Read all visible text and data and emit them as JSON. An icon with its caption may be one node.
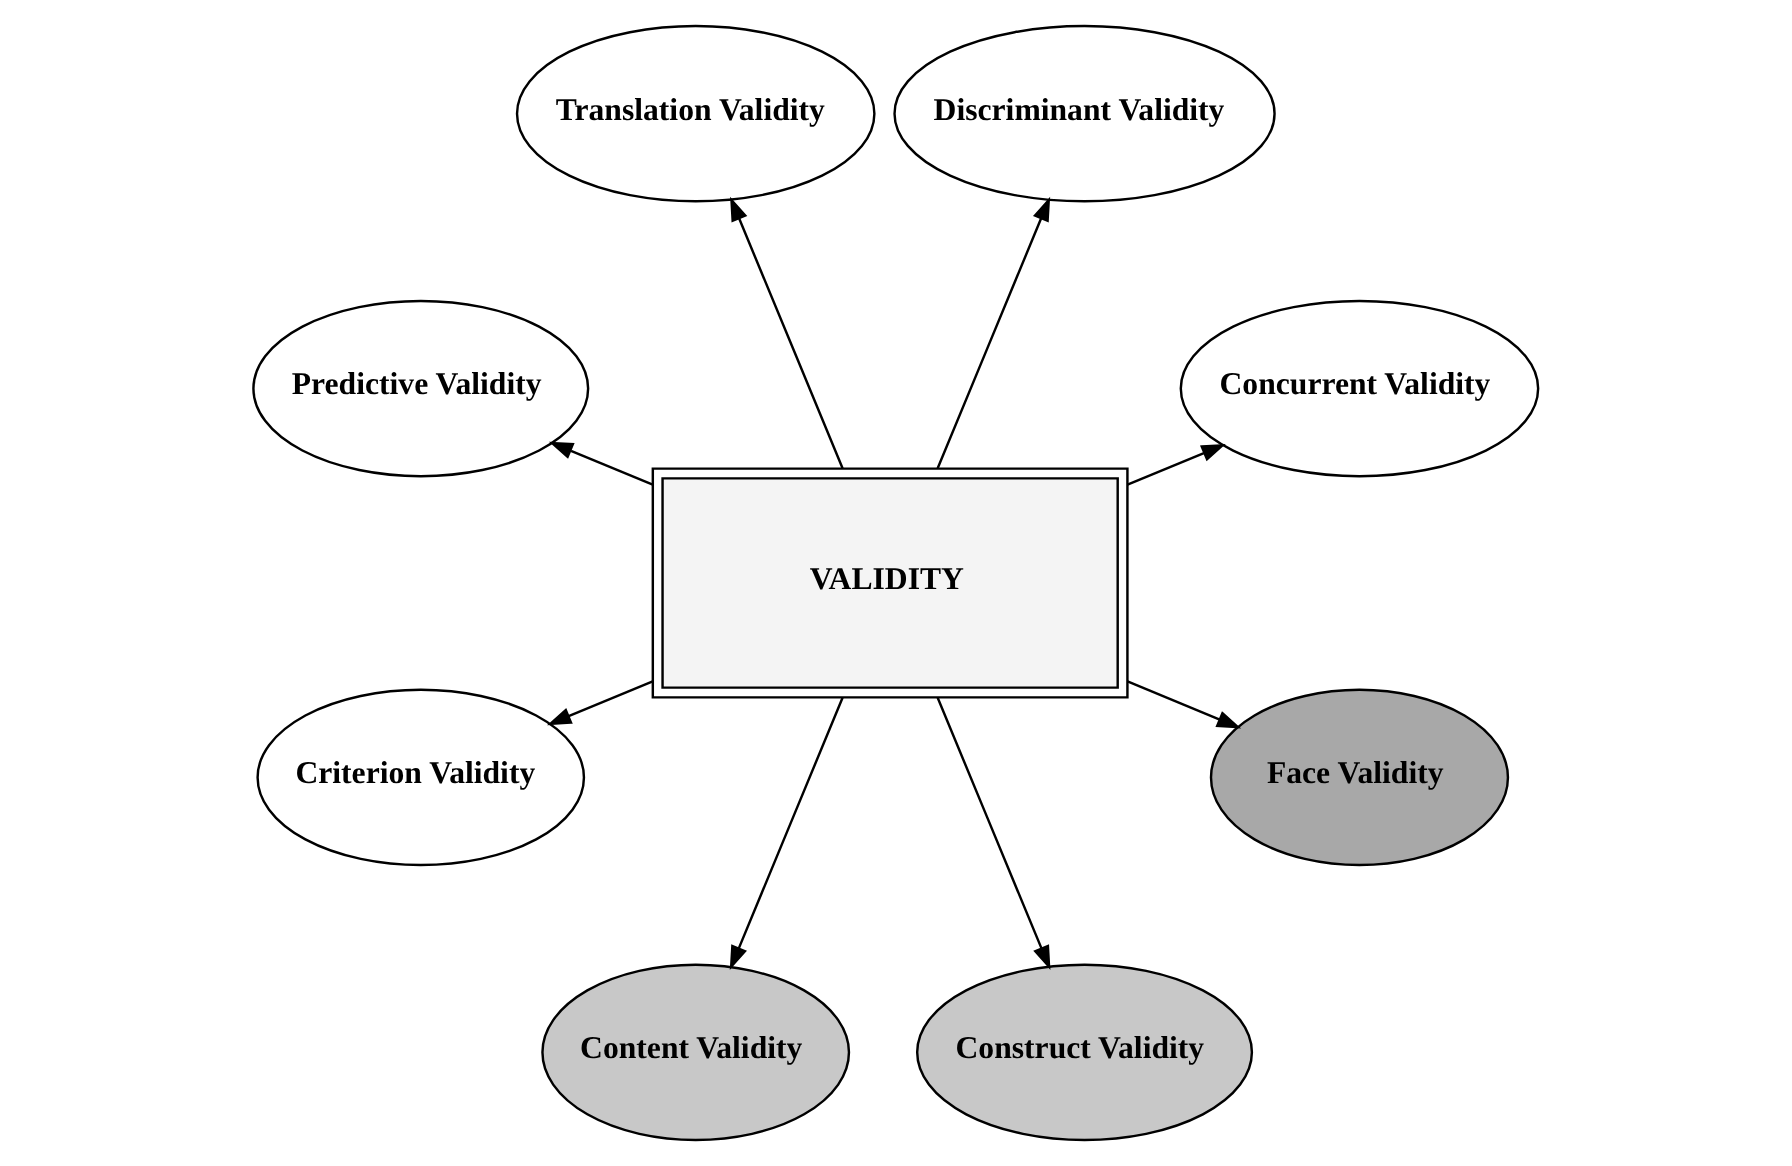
{
  "diagram": {
    "nodes": [
      {
        "text": [
          "VALIDITY"
        ]
      },
      {
        "text": [
          "Concurrent Validity"
        ]
      },
      {
        "text": [
          "Discriminant Validity"
        ]
      },
      {
        "text": [
          "Translation Validity"
        ]
      },
      {
        "text": [
          "Predictive Validity"
        ]
      },
      {
        "text": [
          "Criterion Validity"
        ]
      },
      {
        "text": [
          "Content Validity"
        ]
      },
      {
        "text": [
          "Construct Validity"
        ]
      },
      {
        "text": [
          "Face Validity"
        ]
      }
    ],
    "edges": [
      {
        "from": 0,
        "to": 1,
        "arrow": "to"
      },
      {
        "from": 0,
        "to": 2,
        "arrow": "to"
      },
      {
        "from": 0,
        "to": 3,
        "arrow": "to"
      },
      {
        "from": 0,
        "to": 4,
        "arrow": "to"
      },
      {
        "from": 0,
        "to": 5,
        "arrow": "to"
      },
      {
        "from": 0,
        "to": 6,
        "arrow": "to"
      },
      {
        "from": 0,
        "to": 7,
        "arrow": "to"
      },
      {
        "from": 0,
        "to": 8,
        "arrow": "to"
      }
    ]
  }
}
